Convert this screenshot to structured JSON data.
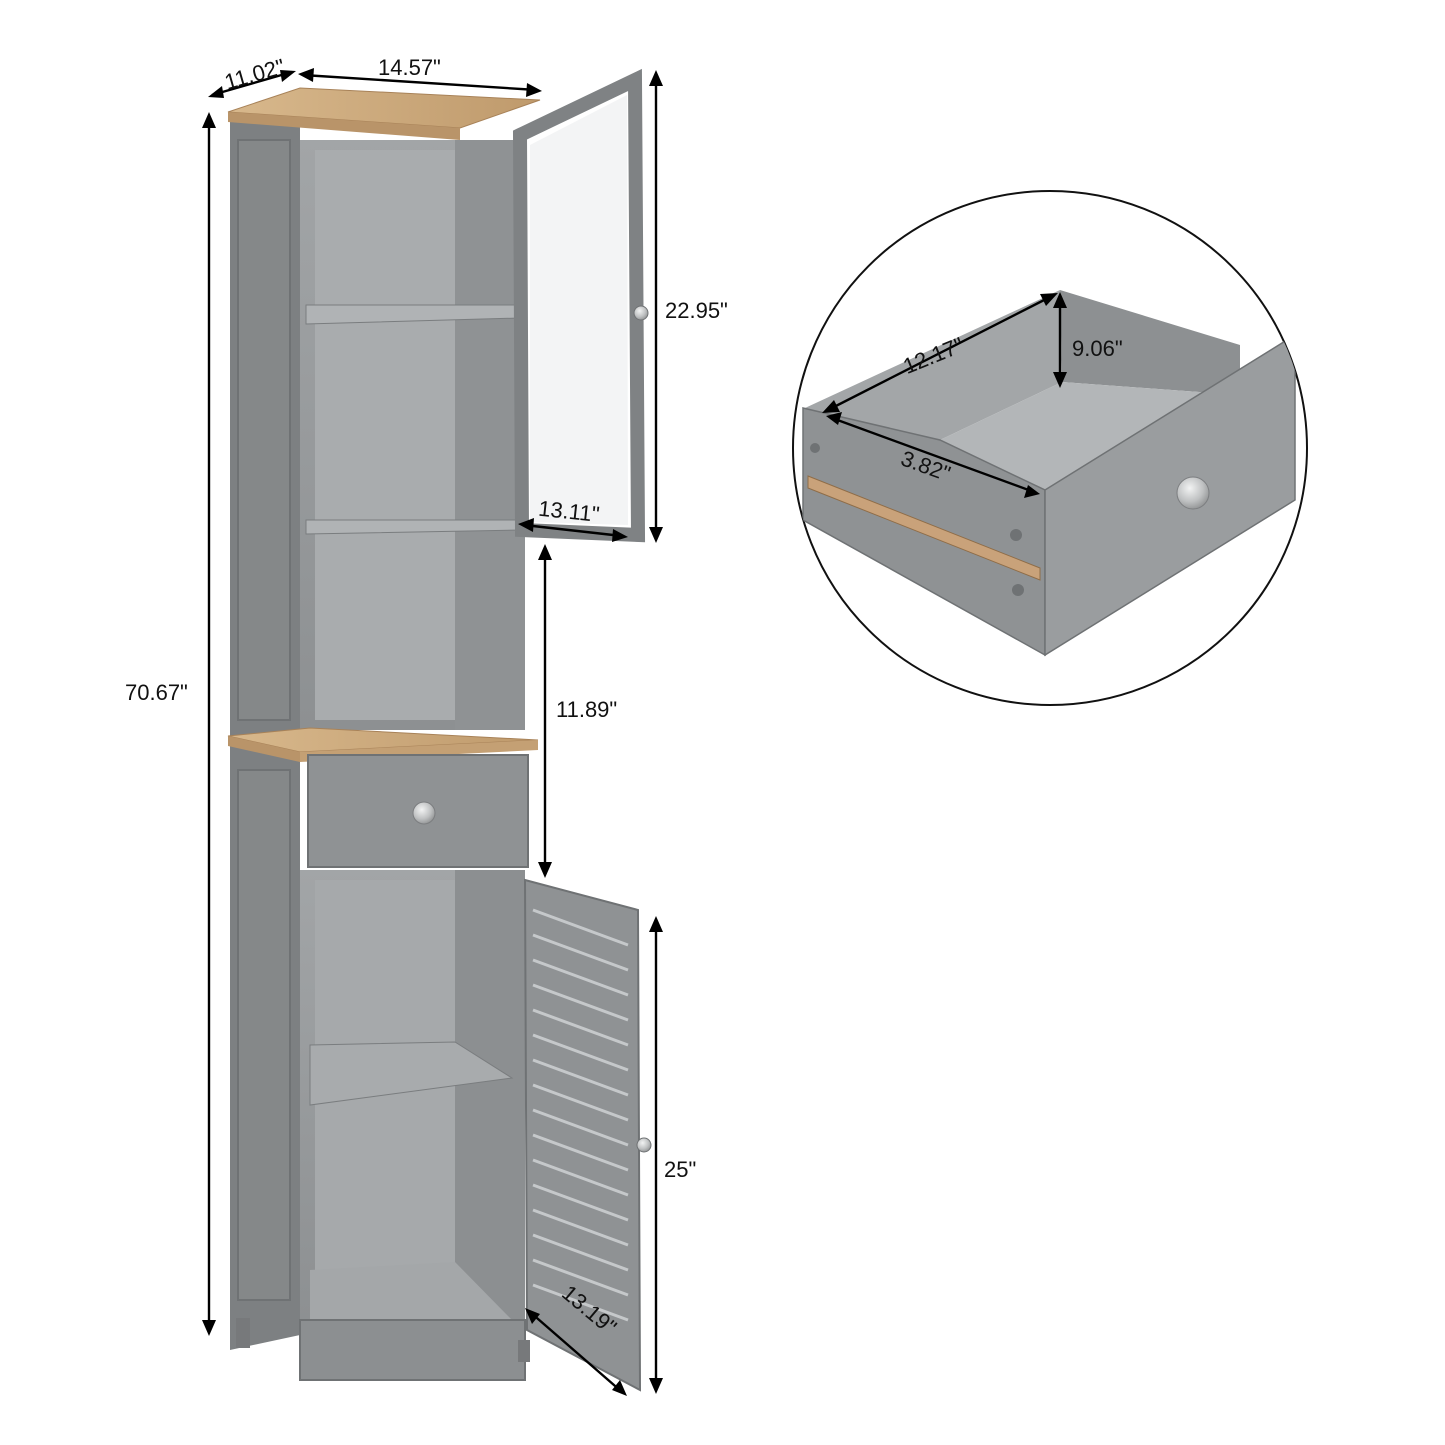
{
  "colors": {
    "cabinet_gray": "#8e9193",
    "cabinet_dark": "#7b7e80",
    "cabinet_light": "#a3a6a8",
    "interior": "#9a9d9f",
    "wood_top": "#c8a47a",
    "glass_frame": "#8c8f91",
    "knob": "#c9cbcc"
  },
  "dimensions": {
    "depth": "11.02\"",
    "width": "14.57\"",
    "total_height": "70.67\"",
    "upper_door_height": "22.95\"",
    "upper_door_width": "13.11\"",
    "middle_opening_height": "11.89\"",
    "lower_door_height": "25\"",
    "lower_door_width": "13.19\""
  },
  "drawer_detail": {
    "length": "12.17\"",
    "depth": "9.06\"",
    "width": "3.82\""
  }
}
